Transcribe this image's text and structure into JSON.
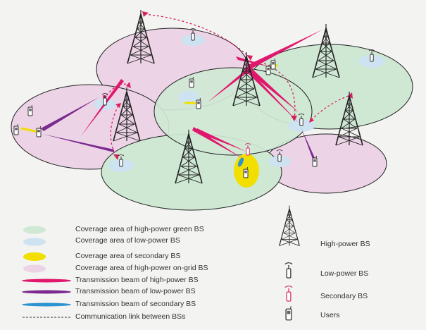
{
  "colors": {
    "green_area": "#cfe8d4",
    "blue_area": "#cde3f1",
    "yellow_area": "#f2df00",
    "pink_area": "#ecd3e6",
    "high_power_beam": "#e0176d",
    "low_power_beam": "#7b2a8f",
    "secondary_beam": "#2a93d0",
    "link": "#d62060",
    "tower": "#222222",
    "background": "#f3f3f1"
  },
  "legend": {
    "items": [
      {
        "key": "green-coverage",
        "label": "Coverage area of high-power green BS"
      },
      {
        "key": "blue-coverage",
        "label": "Coverage area of low-power BS"
      },
      {
        "key": "yellow-coverage",
        "label": "Coverage area of secondary BS"
      },
      {
        "key": "pink-coverage",
        "label": "Coverage area of high-power on-grid BS"
      },
      {
        "key": "high-power-beam",
        "label": "Transmission beam of high-power BS"
      },
      {
        "key": "low-power-beam",
        "label": "Transmission beam of low-power BS"
      },
      {
        "key": "secondary-beam",
        "label": "Transmission beam of secondary BS"
      },
      {
        "key": "comm-link",
        "label": "Communication link between BSs"
      }
    ]
  },
  "symbols": {
    "items": [
      {
        "key": "high-power-bs",
        "label": "High-power BS",
        "icon": "tower-icon"
      },
      {
        "key": "low-power-bs",
        "label": "Low-power BS",
        "icon": "antenna-icon"
      },
      {
        "key": "secondary-bs",
        "label": "Secondary BS",
        "icon": "secondary-antenna-icon"
      },
      {
        "key": "users",
        "label": "Users",
        "icon": "phone-icon"
      }
    ]
  }
}
